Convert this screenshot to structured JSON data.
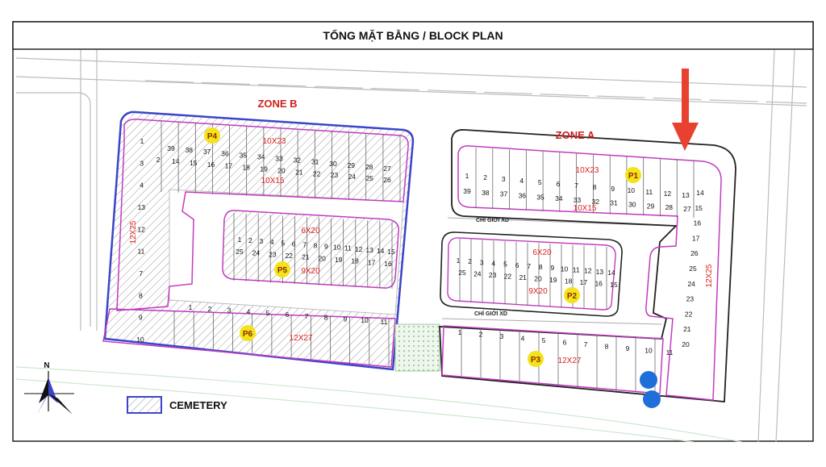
{
  "title": "TỔNG MẶT BẰNG / BLOCK PLAN",
  "zones": [
    {
      "id": "zone-a",
      "label": "ZONE A",
      "color": "#cc2222"
    },
    {
      "id": "zone-b",
      "label": "ZONE B",
      "color": "#cc2222"
    }
  ],
  "setback_label": "CHỈ GIỚI XD",
  "legend": {
    "label": "CEMETERY",
    "border_color": "#3b45c8"
  },
  "north_label": "N",
  "colors": {
    "boundary": "#c03cc0",
    "cemetery": "#3b45c8",
    "marker": "#f4e21a",
    "arrow": "#e8412f",
    "dot": "#1e6fd9",
    "green": "#5aa85a"
  },
  "blocks": [
    {
      "id": "P1",
      "marker": "P1",
      "dims": [
        "10X23",
        "10X15"
      ],
      "top_row": [
        "1",
        "2",
        "3",
        "4",
        "5",
        "6",
        "7",
        "8",
        "9",
        "10",
        "11",
        "12",
        "13"
      ],
      "bottom_row": [
        "39",
        "38",
        "37",
        "36",
        "35",
        "34",
        "33",
        "32",
        "31",
        "30",
        "29",
        "28",
        "27"
      ],
      "right_col": [
        "14",
        "15",
        "16",
        "17",
        "26",
        "25",
        "24",
        "23",
        "22",
        "21",
        "20"
      ],
      "right_dim": "12X25"
    },
    {
      "id": "P2",
      "marker": "P2",
      "dims": [
        "6X20",
        "9X20"
      ],
      "top_row": [
        "1",
        "2",
        "3",
        "4",
        "5",
        "6",
        "7",
        "8",
        "9",
        "10",
        "11",
        "12",
        "13",
        "14"
      ],
      "bottom_row": [
        "25",
        "24",
        "23",
        "22",
        "21",
        "20",
        "19",
        "18",
        "17",
        "16",
        "15"
      ]
    },
    {
      "id": "P3",
      "marker": "P3",
      "dims": [
        "12X27"
      ],
      "row": [
        "1",
        "2",
        "3",
        "4",
        "5",
        "6",
        "7",
        "8",
        "9",
        "10",
        "11"
      ]
    },
    {
      "id": "P4",
      "marker": "P4",
      "dims": [
        "10X23",
        "10X15"
      ],
      "top_row": [
        "39",
        "38",
        "37",
        "36",
        "35",
        "34",
        "33",
        "32",
        "31",
        "30",
        "29",
        "28",
        "27"
      ],
      "bottom_row": [
        "2",
        "14",
        "15",
        "16",
        "17",
        "18",
        "19",
        "20",
        "21",
        "22",
        "23",
        "24",
        "25",
        "26"
      ],
      "left_col": [
        "1",
        "3",
        "4",
        "13",
        "12",
        "11",
        "7",
        "8",
        "9",
        "10"
      ],
      "left_dim": "12X25"
    },
    {
      "id": "P5",
      "marker": "P5",
      "dims": [
        "6X20",
        "9X20"
      ],
      "top_row": [
        "1",
        "2",
        "3",
        "4",
        "5",
        "6",
        "7",
        "8",
        "9",
        "10",
        "11",
        "12",
        "13",
        "14",
        "15"
      ],
      "bottom_row": [
        "25",
        "24",
        "23",
        "22",
        "21",
        "20",
        "19",
        "18",
        "17",
        "16"
      ]
    },
    {
      "id": "P6",
      "marker": "P6",
      "dims": [
        "12X27"
      ],
      "row": [
        "1",
        "2",
        "3",
        "4",
        "5",
        "6",
        "7",
        "8",
        "9",
        "10",
        "11"
      ]
    }
  ]
}
